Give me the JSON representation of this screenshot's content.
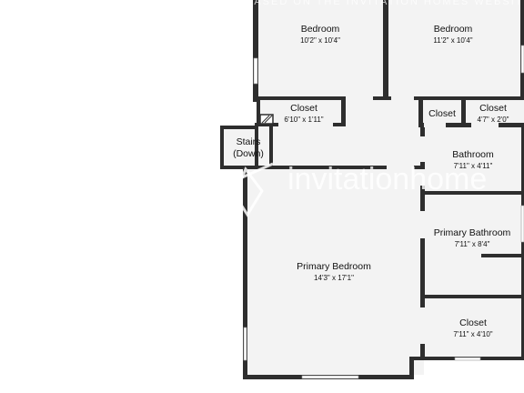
{
  "floorplan": {
    "rooms": [
      {
        "id": "bedroom-1",
        "name": "Bedroom",
        "dims": "10'2\" x 10'4\""
      },
      {
        "id": "bedroom-2",
        "name": "Bedroom",
        "dims": "11'2\" x 10'4\""
      },
      {
        "id": "closet-1",
        "name": "Closet",
        "dims": "6'10\" x 1'11\""
      },
      {
        "id": "closet-2",
        "name": "Closet",
        "dims": ""
      },
      {
        "id": "closet-3",
        "name": "Closet",
        "dims": "4'7\" x 2'0\""
      },
      {
        "id": "stairs",
        "name": "Stairs\n(Down)",
        "dims": ""
      },
      {
        "id": "bathroom",
        "name": "Bathroom",
        "dims": "7'11\" x 4'11\""
      },
      {
        "id": "primary-bedroom",
        "name": "Primary Bedroom",
        "dims": "14'3\" x 17'1\""
      },
      {
        "id": "primary-bathroom",
        "name": "Primary Bathroom",
        "dims": "7'11\" x 8'4\""
      },
      {
        "id": "closet-4",
        "name": "Closet",
        "dims": "7'11\" x 4'10\""
      }
    ],
    "watermark": {
      "top_text": "BASED ON THE INVITATION HOMES WEBSITE",
      "brand_text": "invitationhome"
    },
    "colors": {
      "wall": "#2e2e2e",
      "floor": "#f3f3f3",
      "window": "#ffffff"
    }
  }
}
